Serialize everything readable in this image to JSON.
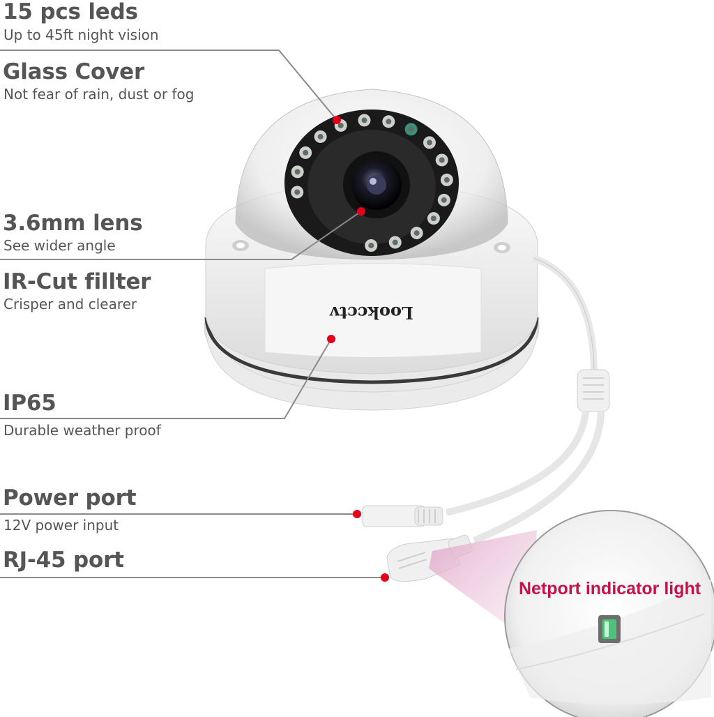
{
  "features": [
    {
      "title": "15 pcs leds",
      "subtitle": "Up to 45ft night vision"
    },
    {
      "title": "Glass Cover",
      "subtitle": "Not fear of rain, dust or fog"
    },
    {
      "title": "3.6mm lens",
      "subtitle": "See wider angle"
    },
    {
      "title": "IR-Cut fillter",
      "subtitle": "Crisper and clearer"
    },
    {
      "title": "IP65",
      "subtitle": "Durable weather proof"
    },
    {
      "title": "Power port",
      "subtitle": "12V power input"
    },
    {
      "title": "RJ-45 port",
      "subtitle": ""
    }
  ],
  "brand": "Lookcctv",
  "callout": "Netport indicator light",
  "colors": {
    "text": "#555555",
    "callout_lines": "#8a8a8a",
    "marker": "#e3001b",
    "callout_text": "#c8104a",
    "body": "#f4f4f4",
    "led_ring": "#1a1a1a",
    "indicator": "#4dc27a"
  }
}
